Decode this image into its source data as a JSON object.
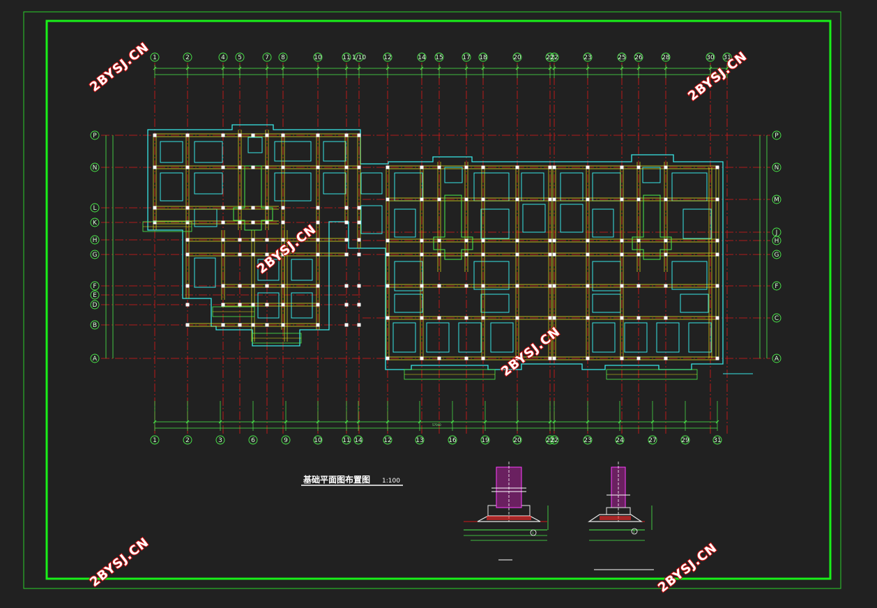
{
  "drawing": {
    "title": "基础平面图布置图",
    "scale": "1:100",
    "top_axes": [
      "1",
      "2",
      "4",
      "5",
      "7",
      "8",
      "10",
      "11",
      "1/10",
      "12",
      "14",
      "15",
      "17",
      "18",
      "20",
      "21",
      "22",
      "23",
      "25",
      "26",
      "28",
      "30",
      "31"
    ],
    "bottom_axes": [
      "1",
      "2",
      "3",
      "6",
      "9",
      "10",
      "11",
      "14",
      "12",
      "13",
      "16",
      "19",
      "20",
      "21",
      "22",
      "23",
      "24",
      "27",
      "29",
      "31"
    ],
    "left_axes": [
      "P",
      "N",
      "L",
      "K",
      "H",
      "G",
      "F",
      "E",
      "D",
      "B",
      "A"
    ],
    "right_axes": [
      "P",
      "N",
      "M",
      "J",
      "H",
      "G",
      "F",
      "C",
      "A"
    ],
    "total_dimension": "57040",
    "section_labels": [
      "1",
      "2"
    ]
  },
  "watermark": {
    "text": "2BYSJ.CN"
  },
  "colors": {
    "background": "#212121",
    "frame": "#19f019",
    "axis": "#e01818",
    "wall": "#e8e818",
    "footing": "#38e8e8",
    "dimension": "#4bf04b"
  }
}
